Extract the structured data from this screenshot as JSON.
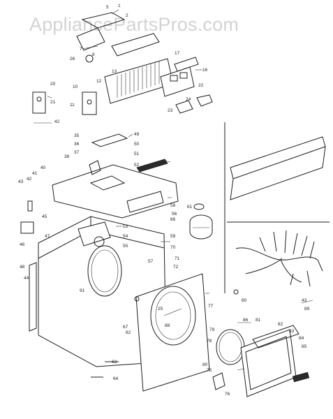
{
  "watermark": "AppliancePartsPros.com",
  "callouts": [
    {
      "id": "c1",
      "text": "1"
    },
    {
      "id": "c2",
      "text": "2"
    },
    {
      "id": "c5",
      "text": "5"
    },
    {
      "id": "c7",
      "text": "7"
    },
    {
      "id": "c8",
      "text": "8"
    },
    {
      "id": "c10",
      "text": "10"
    },
    {
      "id": "c11",
      "text": "11"
    },
    {
      "id": "c12",
      "text": "12"
    },
    {
      "id": "c13",
      "text": "13"
    },
    {
      "id": "c16",
      "text": "16"
    },
    {
      "id": "c17",
      "text": "17"
    },
    {
      "id": "c20",
      "text": "20"
    },
    {
      "id": "c21",
      "text": "21"
    },
    {
      "id": "c22",
      "text": "22"
    },
    {
      "id": "c23",
      "text": "23"
    },
    {
      "id": "c24",
      "text": "24"
    },
    {
      "id": "c25",
      "text": "25"
    },
    {
      "id": "c26",
      "text": "26"
    },
    {
      "id": "c35",
      "text": "35"
    },
    {
      "id": "c36",
      "text": "36"
    },
    {
      "id": "c37",
      "text": "37"
    },
    {
      "id": "c38",
      "text": "38"
    },
    {
      "id": "c40",
      "text": "40"
    },
    {
      "id": "c41",
      "text": "41"
    },
    {
      "id": "c42a",
      "text": "42"
    },
    {
      "id": "c42b",
      "text": "42"
    },
    {
      "id": "c43a",
      "text": "43"
    },
    {
      "id": "c43b",
      "text": "43"
    },
    {
      "id": "c44",
      "text": "44"
    },
    {
      "id": "c45",
      "text": "45"
    },
    {
      "id": "c46",
      "text": "46"
    },
    {
      "id": "c47",
      "text": "47"
    },
    {
      "id": "c48",
      "text": "48"
    },
    {
      "id": "c49",
      "text": "49"
    },
    {
      "id": "c50",
      "text": "50"
    },
    {
      "id": "c51",
      "text": "51"
    },
    {
      "id": "c52",
      "text": "52"
    },
    {
      "id": "c53",
      "text": "53"
    },
    {
      "id": "c54",
      "text": "54"
    },
    {
      "id": "c55",
      "text": "55"
    },
    {
      "id": "c56",
      "text": "56"
    },
    {
      "id": "c57",
      "text": "57"
    },
    {
      "id": "c58",
      "text": "58"
    },
    {
      "id": "c59",
      "text": "59"
    },
    {
      "id": "c60",
      "text": "60"
    },
    {
      "id": "c61",
      "text": "61"
    },
    {
      "id": "c62",
      "text": "62"
    },
    {
      "id": "c63",
      "text": "63"
    },
    {
      "id": "c64",
      "text": "64"
    },
    {
      "id": "c66",
      "text": "66"
    },
    {
      "id": "c67",
      "text": "67"
    },
    {
      "id": "c70",
      "text": "70"
    },
    {
      "id": "c71",
      "text": "71"
    },
    {
      "id": "c72",
      "text": "72"
    },
    {
      "id": "c75",
      "text": "75"
    },
    {
      "id": "c76",
      "text": "76"
    },
    {
      "id": "c77",
      "text": "77"
    },
    {
      "id": "c78",
      "text": "78"
    },
    {
      "id": "c79",
      "text": "79"
    },
    {
      "id": "c80",
      "text": "80"
    },
    {
      "id": "c81",
      "text": "81"
    },
    {
      "id": "c82",
      "text": "82"
    },
    {
      "id": "c83",
      "text": "83"
    },
    {
      "id": "c84",
      "text": "84"
    },
    {
      "id": "c85",
      "text": "85"
    },
    {
      "id": "c86",
      "text": "86"
    },
    {
      "id": "c88",
      "text": "88"
    },
    {
      "id": "c89",
      "text": "89"
    },
    {
      "id": "c91",
      "text": "91"
    }
  ]
}
